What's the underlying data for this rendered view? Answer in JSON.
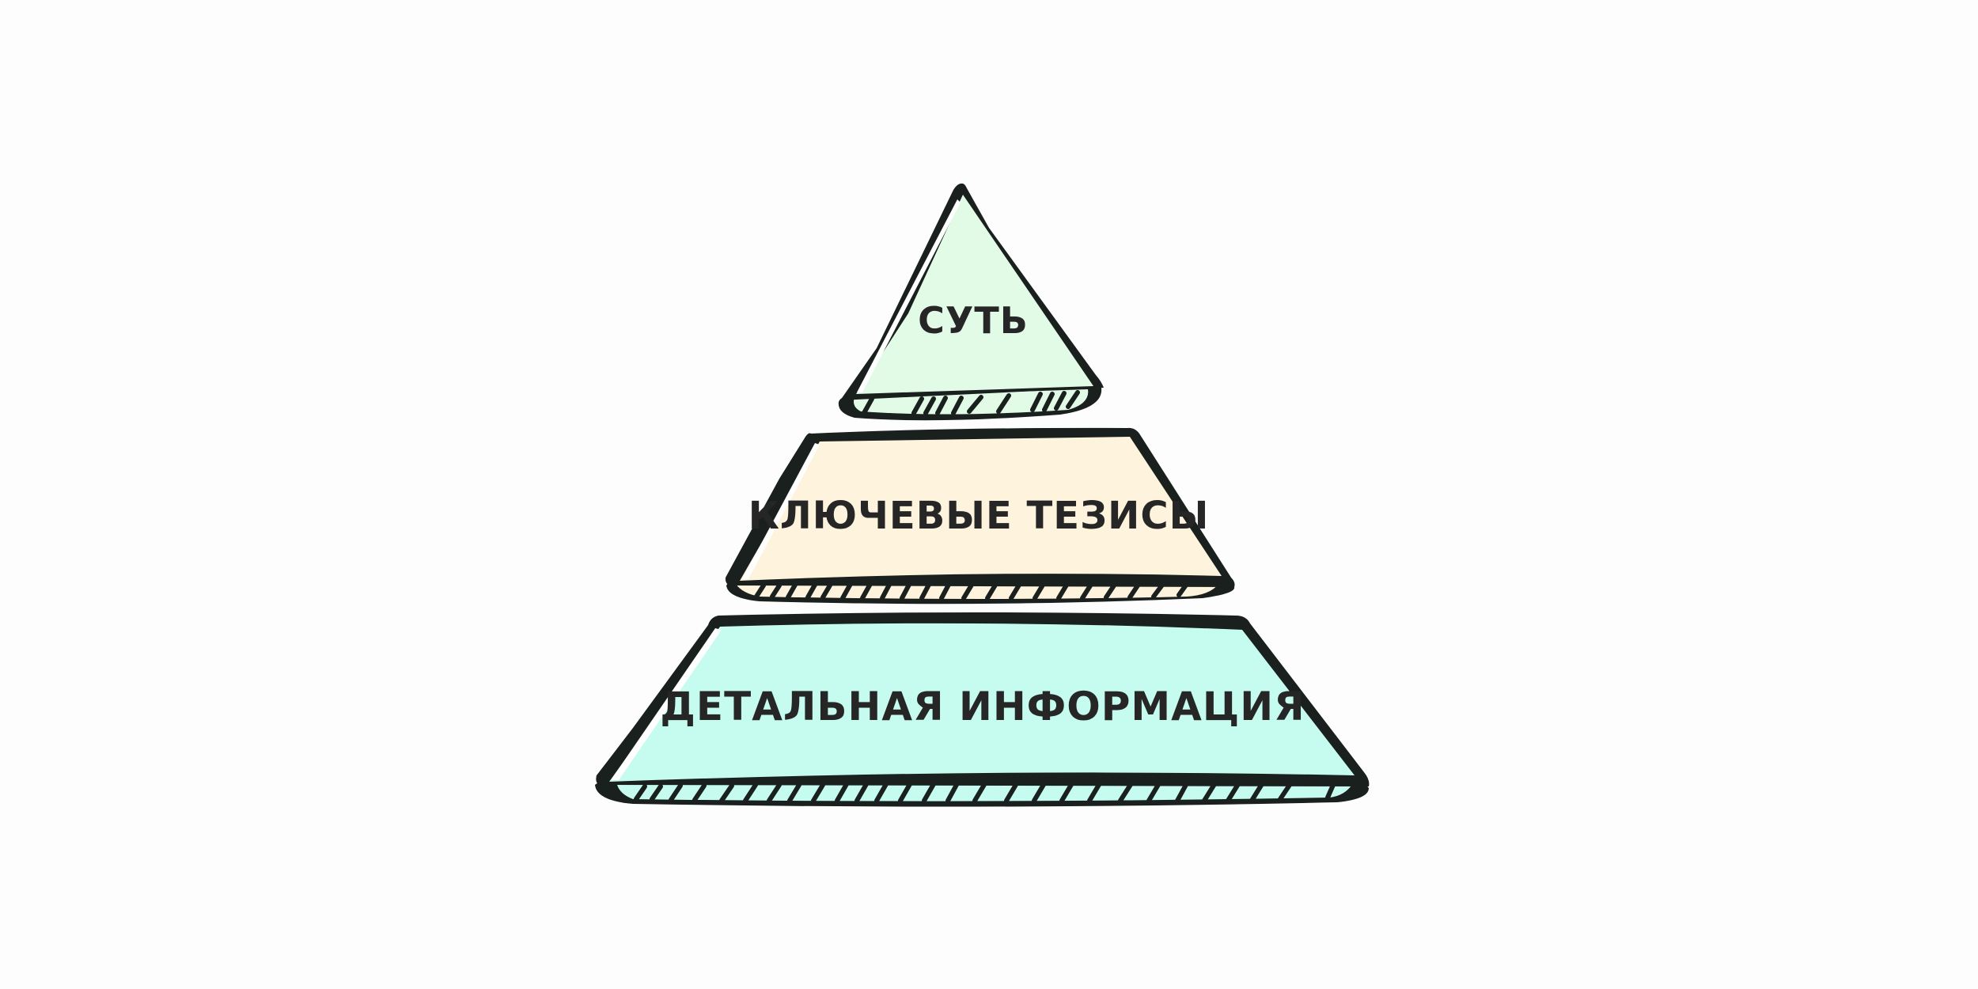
{
  "diagram": {
    "type": "pyramid",
    "title": "",
    "tiers": [
      {
        "level": 1,
        "position": "top",
        "label": "СУТЬ",
        "fill": "#e1fbe6"
      },
      {
        "level": 2,
        "position": "middle",
        "label": "КЛЮЧЕВЫЕ ТЕЗИСЫ",
        "fill": "#fef3dc"
      },
      {
        "level": 3,
        "position": "bottom",
        "label": "ДЕТАЛЬНАЯ ИНФОРМАЦИЯ",
        "fill": "#c5fcef"
      }
    ],
    "outline_color": "#1a201e",
    "text_color": "#262626",
    "background": "#fdfdfd"
  }
}
